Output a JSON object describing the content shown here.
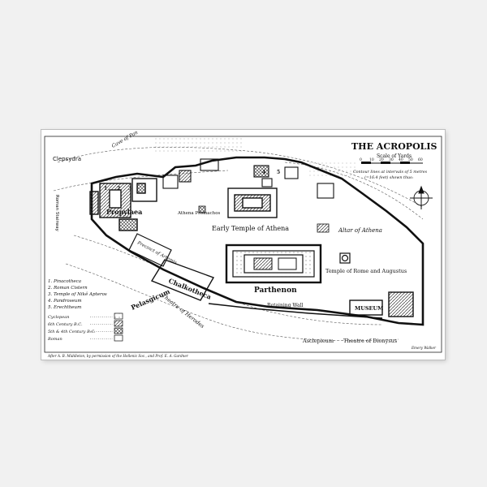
{
  "map": {
    "title": "THE ACROPOLIS",
    "scale": {
      "heading": "Scale of Yards",
      "ticks": [
        "0",
        "10",
        "20",
        "30",
        "40",
        "50",
        "60"
      ],
      "contour_note_line1": "Contour lines at intervals of 5 metres",
      "contour_note_line2": "(=16.4 feet) shown thus:"
    },
    "labels": {
      "clepsydra": "Clepsydra",
      "cave_of_pan": "Cave of Pan",
      "roman_stairway": "Roman Stairway",
      "propylaea": "Propylaea",
      "athena_promachos": "Athena Promachos",
      "early_temple": "Early Temple of Athena",
      "altar_of_athena": "Altar of Athena",
      "temple_of_rome": "Temple of Rome and Augustus",
      "parthenon": "Parthenon",
      "chalkotheca": "Chalkotheca",
      "pelasgicum": "Pelasgicum",
      "theatre_of_herodes": "Theatre of Herodes",
      "precinct_artemis": "Precinct of Artemis",
      "retaining_wall": "Retaining Wall",
      "museum": "MUSEUM",
      "asclepieum": "Asclepieum",
      "theatre_of_dionysus": "Theatre of Dionysus",
      "attribution": "After A. B. Middleton, by permission of the Hellenic Soc., and Prof. E. A. Gardner",
      "engraver": "Emery Walker"
    },
    "legend": {
      "numbered": [
        "1. Pinacotheca",
        "2. Roman Cistern",
        "3. Temple of Nikê Apteros",
        "4. Pandroseum",
        "5. Erechtheum"
      ],
      "periods": [
        "Cyclopean",
        "6th Century B.C.",
        "5th & 4th Century B.C.",
        "Roman"
      ]
    },
    "compass_icon": "compass-rose-icon"
  }
}
